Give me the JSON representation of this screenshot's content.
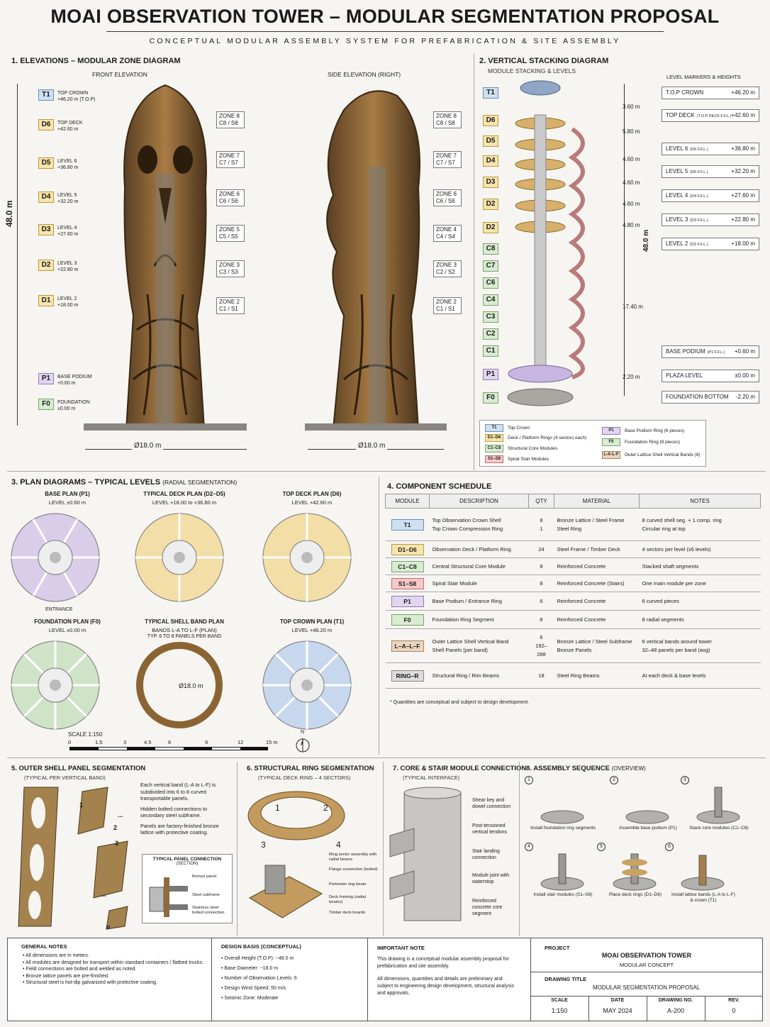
{
  "header": {
    "title": "MOAI OBSERVATION TOWER – MODULAR SEGMENTATION PROPOSAL",
    "subtitle": "CONCEPTUAL MODULAR ASSEMBLY SYSTEM FOR PREFABRICATION & SITE ASSEMBLY"
  },
  "s1": {
    "title": "1. ELEVATIONS – MODULAR ZONE DIAGRAM",
    "front": "FRONT ELEVATION",
    "side": "SIDE ELEVATION (RIGHT)",
    "height": "48.0 m",
    "dia_front": "Ø18.0 m",
    "dia_side": "Ø18.0 m",
    "levels": [
      {
        "tag": "T1",
        "l1": "TOP CROWN",
        "l2": "+46.20 m (T.O.P)"
      },
      {
        "tag": "D6",
        "l1": "TOP DECK",
        "l2": "+42.60 m"
      },
      {
        "tag": "D5",
        "l1": "LEVEL 6",
        "l2": "+36.80 m"
      },
      {
        "tag": "D4",
        "l1": "LEVEL 5",
        "l2": "+32.20 m"
      },
      {
        "tag": "D3",
        "l1": "LEVEL 4",
        "l2": "+27.60 m"
      },
      {
        "tag": "D2",
        "l1": "LEVEL 3",
        "l2": "+22.80 m"
      },
      {
        "tag": "D1",
        "l1": "LEVEL 2",
        "l2": "+18.00 m"
      },
      {
        "tag": "P1",
        "l1": "BASE PODIUM",
        "l2": "+0.60 m"
      },
      {
        "tag": "F0",
        "l1": "FOUNDATION",
        "l2": "±0.00 m"
      }
    ],
    "zones_front": [
      {
        "a": "ZONE 8",
        "b": "C8 / S8"
      },
      {
        "a": "ZONE 7",
        "b": "C7 / S7"
      },
      {
        "a": "ZONE 6",
        "b": "C6 / S6"
      },
      {
        "a": "ZONE 5",
        "b": "C5 / S5"
      },
      {
        "a": "ZONE 3",
        "b": "C3 / S3"
      },
      {
        "a": "ZONE 2",
        "b": "C1 / S1"
      }
    ],
    "zones_side": [
      {
        "a": "ZONE 8",
        "b": "C8 / S8"
      },
      {
        "a": "ZONE 7",
        "b": "C7 / S7"
      },
      {
        "a": "ZONE 6",
        "b": "C6 / S6"
      },
      {
        "a": "ZONE 4",
        "b": "C4 / S4"
      },
      {
        "a": "ZONE 3",
        "b": "C2 / S2"
      },
      {
        "a": "ZONE 2",
        "b": "C1 / S1"
      }
    ]
  },
  "s2": {
    "title": "2. VERTICAL STACKING DIAGRAM",
    "sub": "MODULE STACKING & LEVELS",
    "markers_title": "LEVEL MARKERS & HEIGHTS",
    "height": "48.0 m",
    "stack_tags": [
      "T1",
      "D6",
      "D5",
      "D4",
      "D3",
      "D2",
      "D2",
      "C8",
      "C7",
      "C6",
      "C4",
      "C3",
      "C2",
      "C1",
      "P1",
      "F0"
    ],
    "dims": [
      "3.60 m",
      "5.80 m",
      "4.60 m",
      "4.60 m",
      "4.60 m",
      "4.80 m",
      "17.40 m",
      "2.20 m"
    ],
    "markers": [
      {
        "name": "T.O.P CROWN",
        "small": "",
        "val": "+46.20 m"
      },
      {
        "name": "TOP DECK",
        "small": "(T.O.P DECK F.F.L.)",
        "val": "+42.60 m"
      },
      {
        "name": "LEVEL 6",
        "small": "(D6 F.F.L.)",
        "val": "+36.80 m"
      },
      {
        "name": "LEVEL 5",
        "small": "(D5 F.F.L.)",
        "val": "+32.20 m"
      },
      {
        "name": "LEVEL 4",
        "small": "(D4 F.F.L.)",
        "val": "+27.60 m"
      },
      {
        "name": "LEVEL 3",
        "small": "(D3 F.F.L.)",
        "val": "+22.80 m"
      },
      {
        "name": "LEVEL 2",
        "small": "(D2 F.F.L.)",
        "val": "+18.00 m"
      },
      {
        "name": "BASE PODIUM",
        "small": "(P1 F.F.L.)",
        "val": "+0.60 m"
      },
      {
        "name": "PLAZA LEVEL",
        "small": "",
        "val": "±0.00 m"
      },
      {
        "name": "FOUNDATION BOTTOM",
        "small": "",
        "val": "-2.20 m"
      }
    ],
    "legend": [
      {
        "tag": "T1",
        "txt": "Top Crown"
      },
      {
        "tag": "D1–D6",
        "txt": "Deck / Platform Rings (4 sectors each)"
      },
      {
        "tag": "C1–C8",
        "txt": "Structural Core Modules"
      },
      {
        "tag": "S1–S8",
        "txt": "Spiral Stair Modules"
      },
      {
        "tag": "P1",
        "txt": "Base Podium Ring (6 pieces)"
      },
      {
        "tag": "F0",
        "txt": "Foundation Ring (8 pieces)"
      },
      {
        "tag": "L-A-L-F",
        "txt": "Outer Lattice Shell Vertical Bands (6)"
      }
    ]
  },
  "s3": {
    "title": "3. PLAN DIAGRAMS – TYPICAL LEVELS",
    "title_small": "(RADIAL SEGMENTATION)",
    "plans": [
      {
        "t": "BASE PLAN (P1)",
        "s": "LEVEL ±0.60 m",
        "s2": ""
      },
      {
        "t": "TYPICAL DECK PLAN (D2–D5)",
        "s": "LEVEL +18.00 to +36.80 m",
        "s2": ""
      },
      {
        "t": "TOP DECK PLAN (D6)",
        "s": "LEVEL +42.60 m",
        "s2": ""
      },
      {
        "t": "FOUNDATION PLAN (F0)",
        "s": "LEVEL ±0.00 m",
        "s2": ""
      },
      {
        "t": "TYPICAL SHELL BAND PLAN",
        "s": "BANDS L-A TO L-F (PLAN)",
        "s2": "TYP. 6 TO 8 PANELS PER BAND"
      },
      {
        "t": "TOP CROWN PLAN (T1)",
        "s": "LEVEL +46.20 m",
        "s2": ""
      }
    ],
    "entrance": "ENTRANCE",
    "shell_dia": "Ø18.0 m",
    "scale": "SCALE 1:150",
    "scale_ticks": [
      "0",
      "1.5",
      "3",
      "4.5",
      "6",
      "9",
      "12",
      "15 m"
    ],
    "north": "N"
  },
  "s4": {
    "title": "4. COMPONENT SCHEDULE",
    "cols": [
      "MODULE",
      "DESCRIPTION",
      "QTY",
      "MATERIAL",
      "NOTES"
    ],
    "rows": [
      {
        "m": "T1",
        "cls": "t1",
        "d": [
          "Top Observation Crown Shell",
          "Top Crown Compression Ring"
        ],
        "q": [
          "8",
          "1"
        ],
        "mat": [
          "Bronze Lattice / Steel Frame",
          "Steel Ring"
        ],
        "n": [
          "8 curved shell seg. + 1 comp. ring",
          "Circular ring at top"
        ]
      },
      {
        "m": "D1–D6",
        "cls": "dd",
        "d": [
          "Observation Deck / Platform Ring"
        ],
        "q": [
          "24"
        ],
        "mat": [
          "Steel Frame / Timber Deck"
        ],
        "n": [
          "4 sectors per level (x6 levels)"
        ]
      },
      {
        "m": "C1–C8",
        "cls": "cc",
        "d": [
          "Central Structural Core Module"
        ],
        "q": [
          "8"
        ],
        "mat": [
          "Reinforced Concrete"
        ],
        "n": [
          "Stacked shaft segments"
        ]
      },
      {
        "m": "S1–S8",
        "cls": "ss",
        "d": [
          "Spiral Stair Module"
        ],
        "q": [
          "8"
        ],
        "mat": [
          "Reinforced Concrete (Stairs)"
        ],
        "n": [
          "One main module per zone"
        ]
      },
      {
        "m": "P1",
        "cls": "pp",
        "d": [
          "Base Podium / Entrance Ring"
        ],
        "q": [
          "6"
        ],
        "mat": [
          "Reinforced Concrete"
        ],
        "n": [
          "6 curved pieces"
        ]
      },
      {
        "m": "F0",
        "cls": "ff",
        "d": [
          "Foundation Ring Segment"
        ],
        "q": [
          "8"
        ],
        "mat": [
          "Reinforced Concrete"
        ],
        "n": [
          "8 radial segments"
        ]
      },
      {
        "m": "L–A–L–F",
        "cls": "lf",
        "d": [
          "Outer Lattice Shell Vertical Band",
          "Shell Panels (per band)"
        ],
        "q": [
          "6",
          "192–288"
        ],
        "mat": [
          "Bronze Lattice / Steel Subframe",
          "Bronze Panels"
        ],
        "n": [
          "6 vertical bands around tower",
          "32–48 panels per band (avg)"
        ]
      },
      {
        "m": "RING–R",
        "cls": "rr",
        "d": [
          "Structural Ring / Rim Beams"
        ],
        "q": [
          "18"
        ],
        "mat": [
          "Steel Ring Beams"
        ],
        "n": [
          "At each deck & base levels"
        ]
      }
    ],
    "footnote": "* Quantities are conceptual and subject to design development."
  },
  "s5": {
    "title": "5.  OUTER SHELL PANEL SEGMENTATION",
    "sub": "(TYPICAL PER VERTICAL BAND)",
    "notes": [
      "Each vertical band (L-A to L-F) is subdivided into 6 to 8 curved transportable panels.",
      "Hidden bolted connections to secondary steel subframe.",
      "Panels are factory-finished bronze lattice with protective coating."
    ],
    "conn_title": "TYPICAL PANEL CONNECTION",
    "conn_sub": "(SECTION)",
    "conn_labels": [
      "Bronze panel",
      "Steel subframe",
      "Stainless steel bolted connection"
    ],
    "nums": [
      "1",
      "2",
      "3",
      "...",
      "...",
      "n"
    ]
  },
  "s6": {
    "title": "6.  STRUCTURAL RING SEGMENTATION",
    "sub": "(TYPICAL DECK RING – 4 SECTORS)",
    "nums": [
      "1",
      "2",
      "3",
      "4"
    ],
    "labels": [
      "Ring sector assembly with radial beams",
      "Flange connection (bolted)",
      "Perimeter ring beam",
      "Deck framing (radial beams)",
      "Timber deck boards"
    ]
  },
  "s7": {
    "title": "7.  CORE & STAIR MODULE CONNECTION",
    "sub": "(TYPICAL INTERFACE)",
    "labels": [
      "Shear key and dowel connection",
      "Post-tensioned vertical tendons",
      "Stair landing connection",
      "Module joint with waterstop",
      "Reinforced concrete core segment"
    ]
  },
  "s8": {
    "title": "8.  ASSEMBLY SEQUENCE",
    "title_small": "(OVERVIEW)",
    "steps": [
      {
        "n": "1",
        "t": "Install foundation ring segments"
      },
      {
        "n": "2",
        "t": "Assemble base podium (P1)"
      },
      {
        "n": "3",
        "t": "Stack core modules (C1–C8)"
      },
      {
        "n": "4",
        "t": "Install stair modules (S1–S8)"
      },
      {
        "n": "5",
        "t": "Place deck rings (D1–D6)"
      },
      {
        "n": "6",
        "t": "Install lattice bands (L-A to L-F) & crown (T1)"
      }
    ]
  },
  "footer": {
    "gen_title": "GENERAL NOTES",
    "gen": [
      "All dimensions are in meters.",
      "All modules are designed for transport within standard containers / flatbed trucks.",
      "Field connections are bolted and welded as noted.",
      "Bronze lattice panels are pre-finished.",
      "Structural steel is hot-dip galvanized with protective coating."
    ],
    "basis_title": "DESIGN BASIS (CONCEPTUAL)",
    "basis": [
      "Overall Height (T.O.P): ~48.0 m",
      "Base Diameter: ~18.0 m",
      "Number of Observation Levels: 6",
      "Design Wind Speed: 50 m/s",
      "Seismic Zone: Moderate"
    ],
    "imp_title": "IMPORTANT NOTE",
    "imp": [
      "This drawing is a conceptual modular assembly proposal for prefabrication and site assembly.",
      "All dimensions, quantities and details are preliminary and subject to engineering design development, structural analysis and approvals."
    ],
    "project_label": "PROJECT",
    "project": "MOAI OBSERVATION TOWER",
    "project_sub": "MODULAR CONCEPT",
    "dt_label": "DRAWING TITLE",
    "dt": "MODULAR SEGMENTATION PROPOSAL",
    "scale_label": "SCALE",
    "scale": "1:150",
    "date_label": "DATE",
    "date": "MAY 2024",
    "dno_label": "DRAWING NO.",
    "dno": "A-200",
    "rev_label": "REV.",
    "rev": "0"
  }
}
